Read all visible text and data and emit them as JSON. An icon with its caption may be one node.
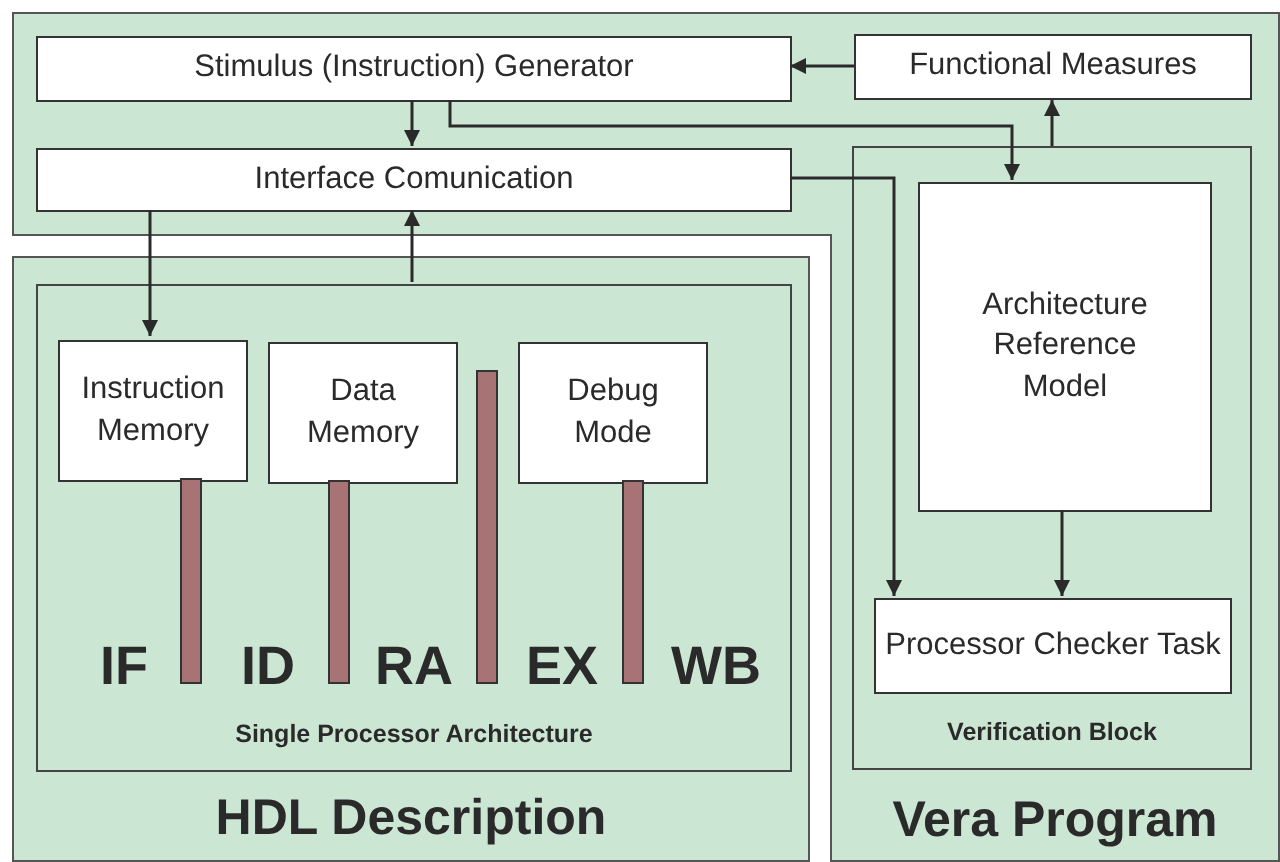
{
  "diagram": {
    "nodes": [
      {
        "text": [
          "Vera Program"
        ]
      },
      {
        "text": [],
        "shape": "box"
      },
      {
        "text": [
          "Stimulus (Instruction) Generator"
        ],
        "in": 1
      },
      {
        "text": [
          "Functional Measures"
        ],
        "in": 0
      },
      {
        "text": [
          "Interface Comunication"
        ],
        "in": 1
      },
      {
        "text": [
          "Verification Block"
        ],
        "in": 0
      },
      {
        "text": [
          "Architecture Reference Model"
        ],
        "in": 5
      },
      {
        "text": [
          "Processor Checker Task"
        ],
        "in": 5
      },
      {
        "text": [
          "HDL Description"
        ]
      },
      {
        "text": [
          "Single Processor Architecture"
        ],
        "in": 8
      },
      {
        "text": [
          "Instruction Memory"
        ],
        "in": 9
      },
      {
        "text": [
          "Data Memory"
        ],
        "in": 9
      },
      {
        "text": [
          "Debug Mode"
        ],
        "in": 9
      }
    ],
    "edges": [
      {
        "from": 3,
        "to": 2,
        "arrow": "to"
      },
      {
        "from": 2,
        "to": 4,
        "arrow": "to"
      },
      {
        "from": 2,
        "to": 6,
        "arrow": "to"
      },
      {
        "from": 5,
        "to": 3,
        "arrow": "to"
      },
      {
        "from": 4,
        "to": 7,
        "arrow": "to"
      },
      {
        "from": 6,
        "to": 7,
        "arrow": "to"
      },
      {
        "from": 4,
        "to": 10,
        "arrow": "to"
      },
      {
        "from": 9,
        "to": 4,
        "arrow": "to"
      }
    ],
    "labels": [
      "IF",
      "ID",
      "RA",
      "EX",
      "WB"
    ]
  }
}
